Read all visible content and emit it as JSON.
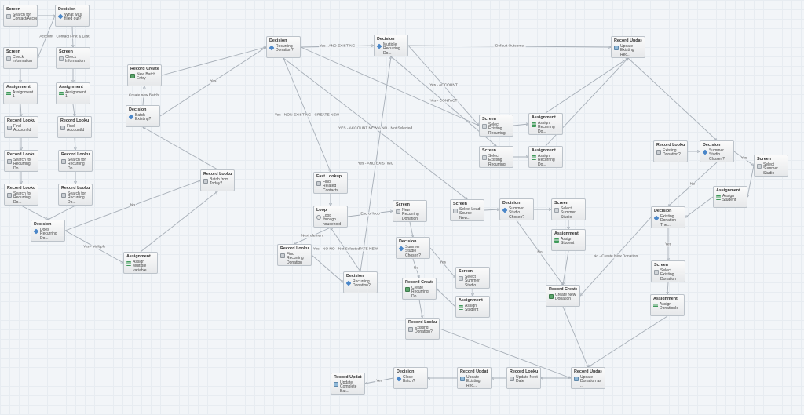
{
  "nodes": [
    {
      "id": "n1",
      "type": "Screen",
      "label": "Search for Contact/Accou...",
      "icon": "screen-icon",
      "cls": "t-screen"
    },
    {
      "id": "n2",
      "type": "Decision",
      "label": "What was filled out?",
      "icon": "decision-icon",
      "cls": "t-decision"
    },
    {
      "id": "n3",
      "type": "Screen",
      "label": "Check Information",
      "icon": "screen-icon",
      "cls": "t-screen"
    },
    {
      "id": "n4",
      "type": "Screen",
      "label": "Check Information",
      "icon": "screen-icon",
      "cls": "t-screen"
    },
    {
      "id": "n5",
      "type": "Assignment",
      "label": "Assignment 1",
      "icon": "assignment-icon",
      "cls": "t-assign"
    },
    {
      "id": "n6",
      "type": "Assignment",
      "label": "Assignment 1",
      "icon": "assignment-icon",
      "cls": "t-assign"
    },
    {
      "id": "n7",
      "type": "Record Lookup",
      "label": "Find AccountId",
      "icon": "record-lookup-icon",
      "cls": "t-lookup"
    },
    {
      "id": "n8",
      "type": "Record Lookup",
      "label": "Find AccountId",
      "icon": "record-lookup-icon",
      "cls": "t-lookup"
    },
    {
      "id": "n9",
      "type": "Record Lookup",
      "label": "Search for Recurring Do...",
      "icon": "record-lookup-icon",
      "cls": "t-lookup"
    },
    {
      "id": "n10",
      "type": "Record Lookup",
      "label": "Search for Recurring Do...",
      "icon": "record-lookup-icon",
      "cls": "t-lookup"
    },
    {
      "id": "n11",
      "type": "Record Lookup",
      "label": "Search for Recurring Do...",
      "icon": "record-lookup-icon",
      "cls": "t-lookup"
    },
    {
      "id": "n12",
      "type": "Record Lookup",
      "label": "Search for Recurring Do...",
      "icon": "record-lookup-icon",
      "cls": "t-lookup"
    },
    {
      "id": "n13",
      "type": "Decision",
      "label": "Does Recurring Do...",
      "icon": "decision-icon",
      "cls": "t-decision"
    },
    {
      "id": "n14",
      "type": "Assignment",
      "label": "Assign Multiple variable",
      "icon": "assignment-icon",
      "cls": "t-assign"
    },
    {
      "id": "n15",
      "type": "Record Lookup",
      "label": "Batch from Today?",
      "icon": "record-lookup-icon",
      "cls": "t-lookup"
    },
    {
      "id": "n16",
      "type": "Record Create",
      "label": "New Batch Entry",
      "icon": "record-create-icon",
      "cls": "t-create"
    },
    {
      "id": "n17",
      "type": "Decision",
      "label": "Batch Existing?",
      "icon": "decision-icon",
      "cls": "t-decision"
    },
    {
      "id": "n18",
      "type": "Decision",
      "label": "Recurring Donation?",
      "icon": "decision-icon",
      "cls": "t-decision"
    },
    {
      "id": "n19",
      "type": "Decision",
      "label": "Multiple Recurring Do...",
      "icon": "decision-icon",
      "cls": "t-decision"
    },
    {
      "id": "n20",
      "type": "Record Update",
      "label": "Update Existing Rec...",
      "icon": "record-update-icon",
      "cls": "t-update"
    },
    {
      "id": "n21",
      "type": "Screen",
      "label": "Select Existing Recurring Do...",
      "icon": "screen-icon",
      "cls": "t-screen"
    },
    {
      "id": "n22",
      "type": "Assignment",
      "label": "Assign Recurring Do...",
      "icon": "assignment-icon",
      "cls": "t-assign"
    },
    {
      "id": "n23",
      "type": "Screen",
      "label": "Select Existing Recurring Do...",
      "icon": "screen-icon",
      "cls": "t-screen"
    },
    {
      "id": "n24",
      "type": "Assignment",
      "label": "Assign Recurring Do...",
      "icon": "assignment-icon",
      "cls": "t-assign"
    },
    {
      "id": "n25",
      "type": "Fast Lookup",
      "label": "Find Related Contacts",
      "icon": "record-lookup-icon",
      "cls": "t-lookup"
    },
    {
      "id": "n26",
      "type": "Loop",
      "label": "Loop through household",
      "icon": "loop-icon",
      "cls": "t-loop"
    },
    {
      "id": "n27",
      "type": "Screen",
      "label": "New Recurring Donation",
      "icon": "screen-icon",
      "cls": "t-screen"
    },
    {
      "id": "n28",
      "type": "Screen",
      "label": "Select Lead Source - New...",
      "icon": "screen-icon",
      "cls": "t-screen"
    },
    {
      "id": "n29",
      "type": "Decision",
      "label": "Summer Studio Chosen?",
      "icon": "decision-icon",
      "cls": "t-decision"
    },
    {
      "id": "n30",
      "type": "Screen",
      "label": "Select Summer Studio Student",
      "icon": "screen-icon",
      "cls": "t-screen"
    },
    {
      "id": "n31",
      "type": "Assignment",
      "label": "Assign Student",
      "icon": "assignment-icon",
      "cls": "t-assign"
    },
    {
      "id": "n32",
      "type": "Record Lookup",
      "label": "Existing Donation?",
      "icon": "record-lookup-icon",
      "cls": "t-lookup"
    },
    {
      "id": "n33",
      "type": "Decision",
      "label": "Summer Studio Chosen?",
      "icon": "decision-icon",
      "cls": "t-decision"
    },
    {
      "id": "n34",
      "type": "Screen",
      "label": "Select Summer Studio Student",
      "icon": "screen-icon",
      "cls": "t-screen"
    },
    {
      "id": "n35",
      "type": "Assignment",
      "label": "Assign Student",
      "icon": "assignment-icon",
      "cls": "t-assign"
    },
    {
      "id": "n36",
      "type": "Decision",
      "label": "Existing Donation The...",
      "icon": "decision-icon",
      "cls": "t-decision"
    },
    {
      "id": "n37",
      "type": "Screen",
      "label": "Select Existing Donation",
      "icon": "screen-icon",
      "cls": "t-screen"
    },
    {
      "id": "n38",
      "type": "Assignment",
      "label": "Assign DonationId",
      "icon": "assignment-icon",
      "cls": "t-assign"
    },
    {
      "id": "n39",
      "type": "Record Lookup",
      "label": "Find Recurring Donation",
      "icon": "record-lookup-icon",
      "cls": "t-lookup"
    },
    {
      "id": "n40",
      "type": "Decision",
      "label": "Recurring Donation?",
      "icon": "decision-icon",
      "cls": "t-decision"
    },
    {
      "id": "n41",
      "type": "Decision",
      "label": "Summer Studio Chosen?",
      "icon": "decision-icon",
      "cls": "t-decision"
    },
    {
      "id": "n42",
      "type": "Record Create",
      "label": "Create Recurring Do...",
      "icon": "record-create-icon",
      "cls": "t-create"
    },
    {
      "id": "n43",
      "type": "Screen",
      "label": "Select Summer Studio Student",
      "icon": "screen-icon",
      "cls": "t-screen"
    },
    {
      "id": "n44",
      "type": "Assignment",
      "label": "Assign Student",
      "icon": "assignment-icon",
      "cls": "t-assign"
    },
    {
      "id": "n45",
      "type": "Record Create",
      "label": "Create New Donation",
      "icon": "record-create-icon",
      "cls": "t-create"
    },
    {
      "id": "n46",
      "type": "Record Lookup",
      "label": "Existing Donation?",
      "icon": "record-lookup-icon",
      "cls": "t-lookup"
    },
    {
      "id": "n47",
      "type": "Record Update",
      "label": "Update Donation as ...",
      "icon": "record-update-icon",
      "cls": "t-update"
    },
    {
      "id": "n48",
      "type": "Record Lookup",
      "label": "Update Next Date",
      "icon": "record-lookup-icon",
      "cls": "t-lookup"
    },
    {
      "id": "n49",
      "type": "Record Update",
      "label": "Update Existing Rec...",
      "icon": "record-update-icon",
      "cls": "t-update"
    },
    {
      "id": "n50",
      "type": "Decision",
      "label": "Close Batch?",
      "icon": "decision-icon",
      "cls": "t-decision"
    },
    {
      "id": "n51",
      "type": "Record Update",
      "label": "Update Complete Bat...",
      "icon": "record-update-icon",
      "cls": "t-update"
    }
  ],
  "edges": [
    {
      "from": "n1",
      "to": "n2",
      "label": ""
    },
    {
      "from": "n2",
      "to": "n3",
      "label": "Account"
    },
    {
      "from": "n2",
      "to": "n4",
      "label": "Contact First & Last"
    },
    {
      "from": "n3",
      "to": "n5",
      "label": ""
    },
    {
      "from": "n4",
      "to": "n6",
      "label": ""
    },
    {
      "from": "n5",
      "to": "n7",
      "label": ""
    },
    {
      "from": "n6",
      "to": "n8",
      "label": ""
    },
    {
      "from": "n7",
      "to": "n9",
      "label": ""
    },
    {
      "from": "n8",
      "to": "n10",
      "label": ""
    },
    {
      "from": "n9",
      "to": "n11",
      "label": ""
    },
    {
      "from": "n10",
      "to": "n12",
      "label": ""
    },
    {
      "from": "n11",
      "to": "n13",
      "label": ""
    },
    {
      "from": "n12",
      "to": "n13",
      "label": ""
    },
    {
      "from": "n13",
      "to": "n14",
      "label": "Yes - Multiple"
    },
    {
      "from": "n13",
      "to": "n15",
      "label": "No"
    },
    {
      "from": "n14",
      "to": "n15",
      "label": ""
    },
    {
      "from": "n15",
      "to": "n17",
      "label": ""
    },
    {
      "from": "n17",
      "to": "n16",
      "label": "Create new Batch"
    },
    {
      "from": "n16",
      "to": "n18",
      "label": ""
    },
    {
      "from": "n17",
      "to": "n18",
      "label": "Yes"
    },
    {
      "from": "n18",
      "to": "n19",
      "label": "Yes - AND EXISTING"
    },
    {
      "from": "n18",
      "to": "n25",
      "label": "Yes - NON EXISTING - CREATE NEW"
    },
    {
      "from": "n18",
      "to": "n28",
      "label": "YES - ACCOUNT NEW A NO - Not Selected"
    },
    {
      "from": "n18",
      "to": "n21",
      "label": ""
    },
    {
      "from": "n19",
      "to": "n20",
      "label": "[Default Outcome]"
    },
    {
      "from": "n19",
      "to": "n21",
      "label": "Yes - ACCOUNT"
    },
    {
      "from": "n19",
      "to": "n23",
      "label": "Yes - CONTACT"
    },
    {
      "from": "n21",
      "to": "n22",
      "label": ""
    },
    {
      "from": "n23",
      "to": "n24",
      "label": ""
    },
    {
      "from": "n22",
      "to": "n20",
      "label": ""
    },
    {
      "from": "n24",
      "to": "n20",
      "label": ""
    },
    {
      "from": "n40",
      "to": "n19",
      "label": "Yes - AND EXISTING"
    },
    {
      "from": "n25",
      "to": "n26",
      "label": ""
    },
    {
      "from": "n26",
      "to": "n27",
      "label": "End of loop"
    },
    {
      "from": "n26",
      "to": "n39",
      "label": "Next element"
    },
    {
      "from": "n39",
      "to": "n40",
      "label": ""
    },
    {
      "from": "n40",
      "to": "n26",
      "label": "Yes - NO NO - Not Selected/ATE NEW"
    },
    {
      "from": "n27",
      "to": "n41",
      "label": ""
    },
    {
      "from": "n41",
      "to": "n42",
      "label": "No"
    },
    {
      "from": "n41",
      "to": "n43",
      "label": "Yes"
    },
    {
      "from": "n43",
      "to": "n44",
      "label": ""
    },
    {
      "from": "n44",
      "to": "n42",
      "label": ""
    },
    {
      "from": "n42",
      "to": "n46",
      "label": ""
    },
    {
      "from": "n46",
      "to": "n47",
      "label": ""
    },
    {
      "from": "n28",
      "to": "n29",
      "label": ""
    },
    {
      "from": "n29",
      "to": "n30",
      "label": ""
    },
    {
      "from": "n29",
      "to": "n45",
      "label": "No"
    },
    {
      "from": "n30",
      "to": "n31",
      "label": ""
    },
    {
      "from": "n31",
      "to": "n45",
      "label": ""
    },
    {
      "from": "n20",
      "to": "n33",
      "label": ""
    },
    {
      "from": "n32",
      "to": "n33",
      "label": ""
    },
    {
      "from": "n33",
      "to": "n34",
      "label": "Yes"
    },
    {
      "from": "n33",
      "to": "n36",
      "label": "No"
    },
    {
      "from": "n34",
      "to": "n35",
      "label": ""
    },
    {
      "from": "n35",
      "to": "n36",
      "label": ""
    },
    {
      "from": "n36",
      "to": "n37",
      "label": "Yes"
    },
    {
      "from": "n36",
      "to": "n45",
      "label": "No - Create New Donation"
    },
    {
      "from": "n37",
      "to": "n38",
      "label": ""
    },
    {
      "from": "n38",
      "to": "n47",
      "label": ""
    },
    {
      "from": "n45",
      "to": "n47",
      "label": ""
    },
    {
      "from": "n47",
      "to": "n48",
      "label": ""
    },
    {
      "from": "n48",
      "to": "n49",
      "label": ""
    },
    {
      "from": "n49",
      "to": "n50",
      "label": ""
    },
    {
      "from": "n50",
      "to": "n51",
      "label": "Yes"
    }
  ]
}
